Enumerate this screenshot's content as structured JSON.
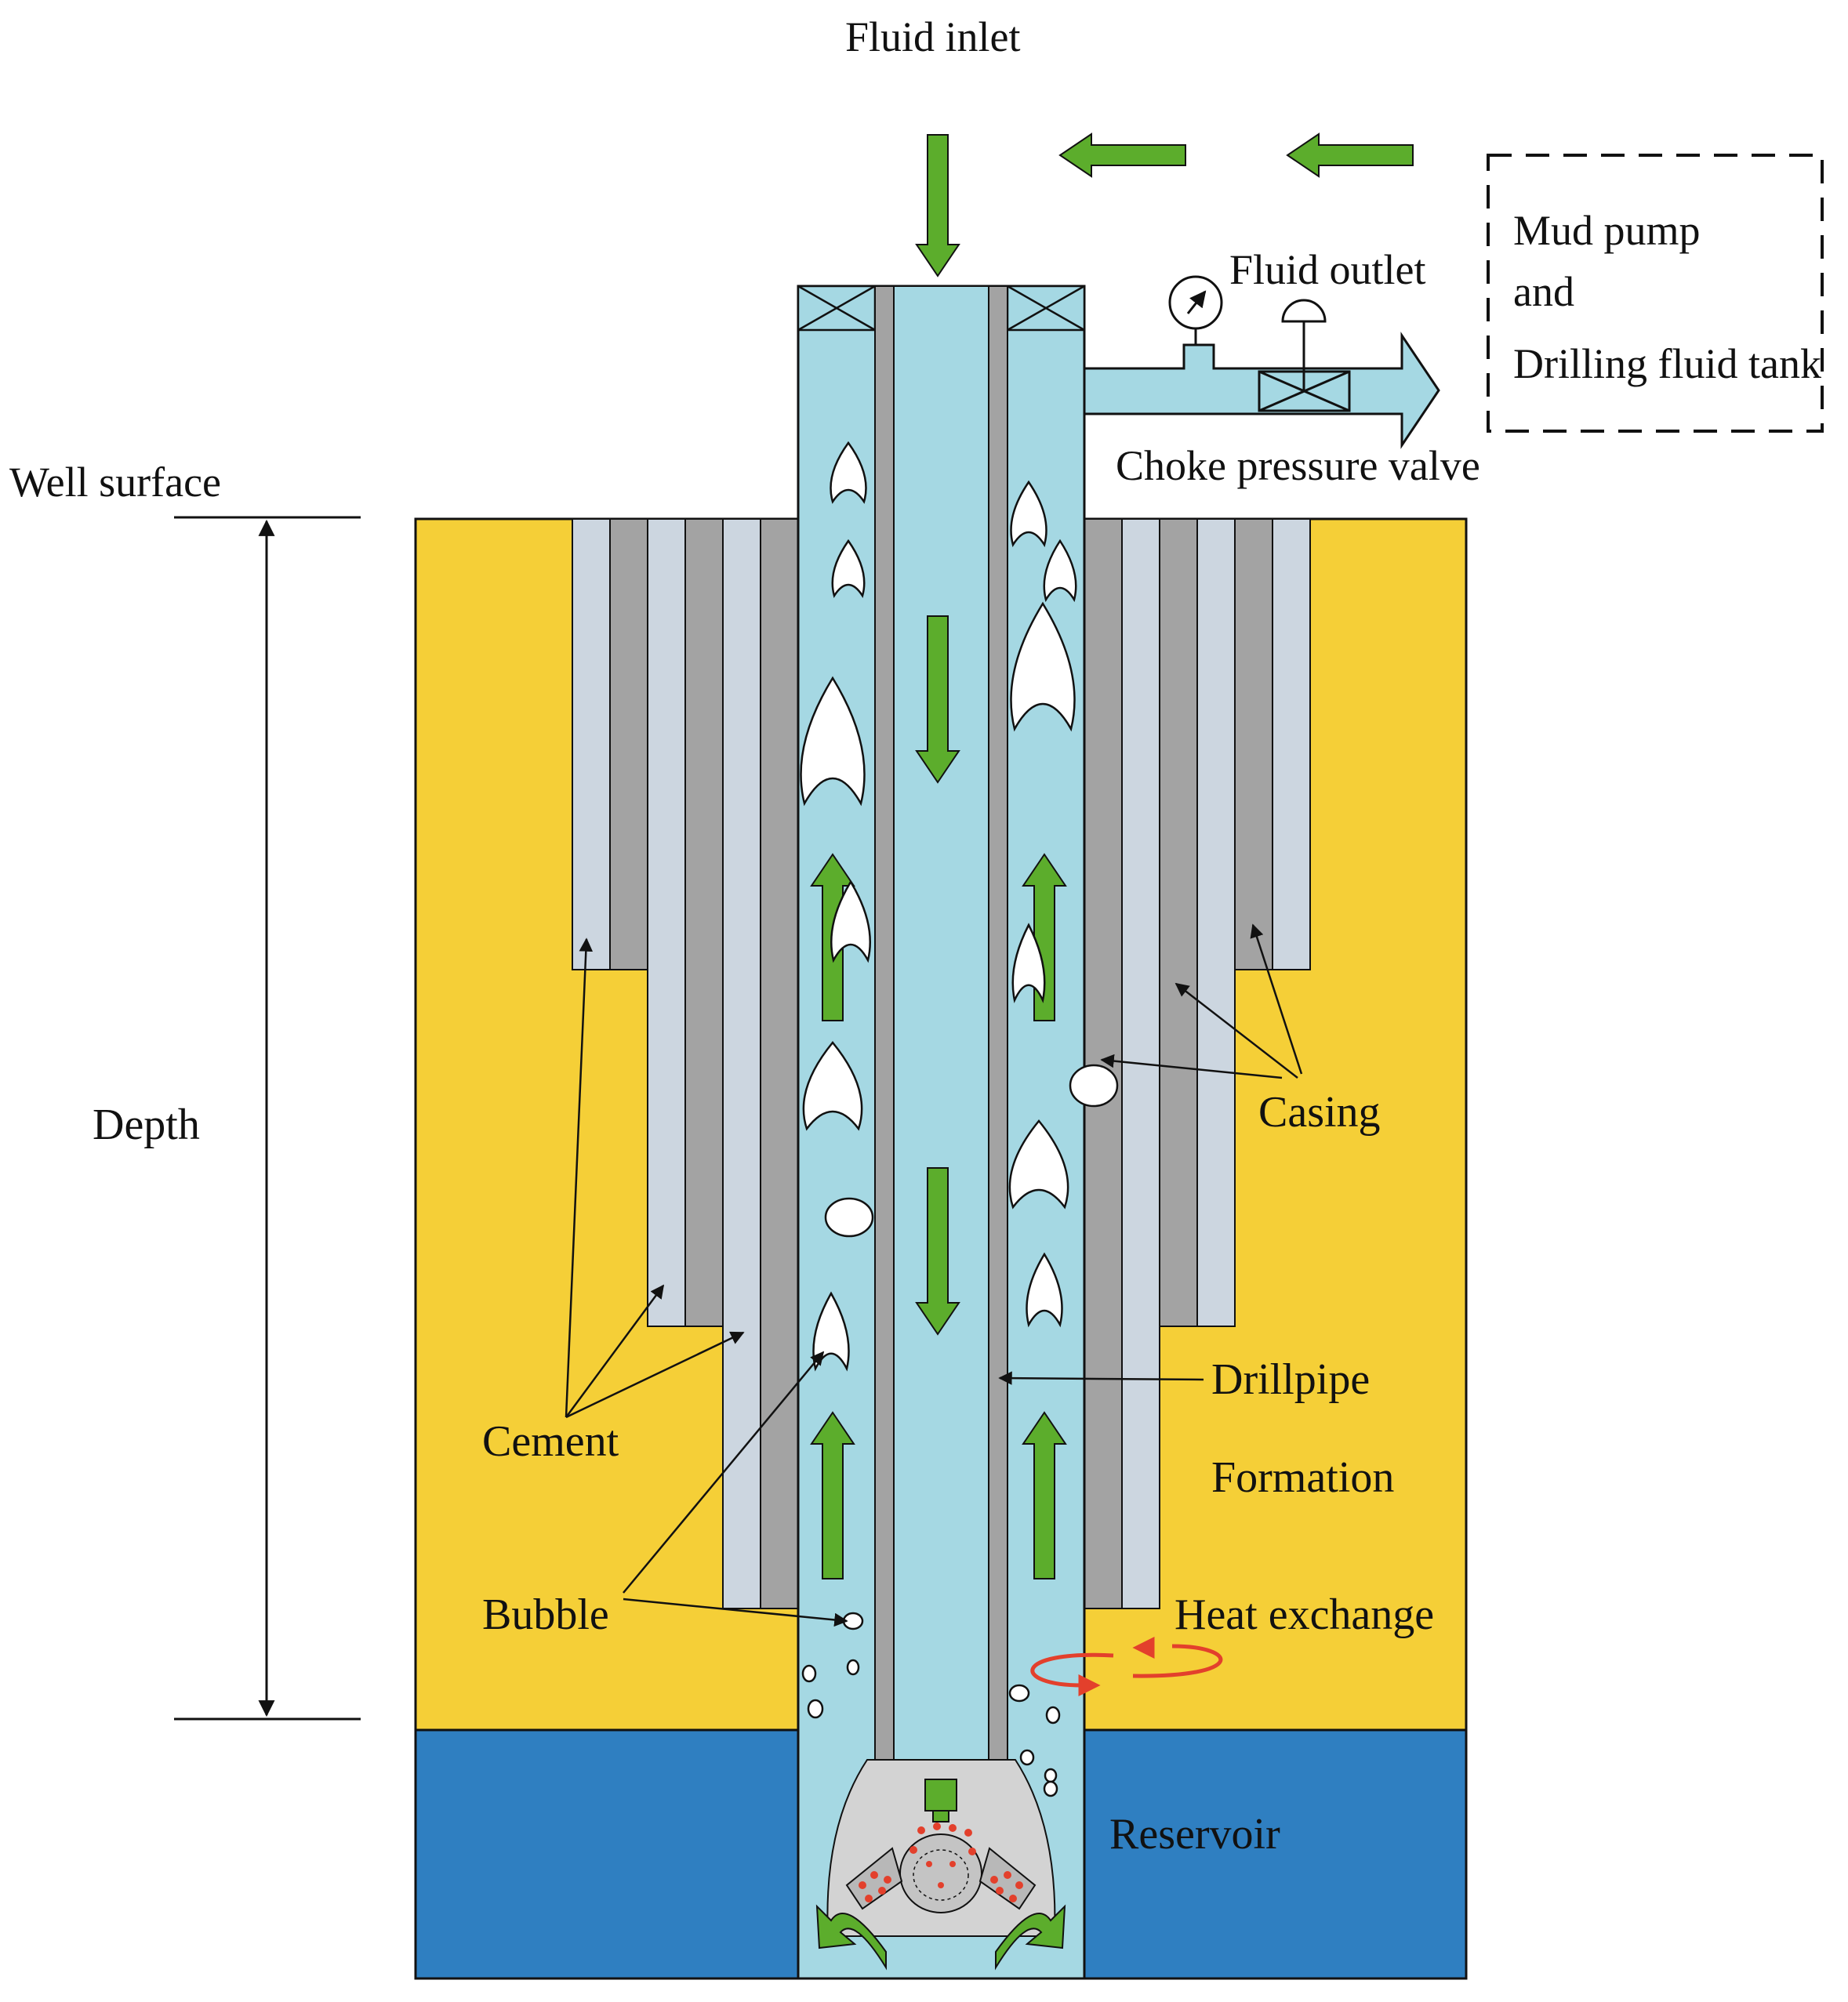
{
  "labels": {
    "fluid_inlet": "Fluid inlet",
    "fluid_outlet": "Fluid outlet",
    "choke_pressure_valve": "Choke pressure valve",
    "mud_pump_line1": "Mud pump",
    "mud_pump_line2": "and",
    "mud_pump_line3": "Drilling fluid tank",
    "well_surface": "Well surface",
    "depth": "Depth",
    "casing": "Casing",
    "drillpipe": "Drillpipe",
    "formation": "Formation",
    "cement": "Cement",
    "bubble": "Bubble",
    "heat_exchange": "Heat exchange",
    "reservoir": "Reservoir"
  },
  "colors": {
    "fluid": "#a5d8e3",
    "formation": "#f5cf37",
    "reservoir": "#2f7fc1",
    "casing_dark": "#a3a3a3",
    "cement_light": "#ccd6e0",
    "arrow_green": "#5cad2c",
    "heat_red": "#e3402c",
    "bit_grey": "#d3d3d3"
  },
  "icons": [
    "gauge-icon",
    "choke-valve-icon",
    "drill-bit-icon",
    "flow-arrow-icon",
    "heat-exchange-icon"
  ]
}
